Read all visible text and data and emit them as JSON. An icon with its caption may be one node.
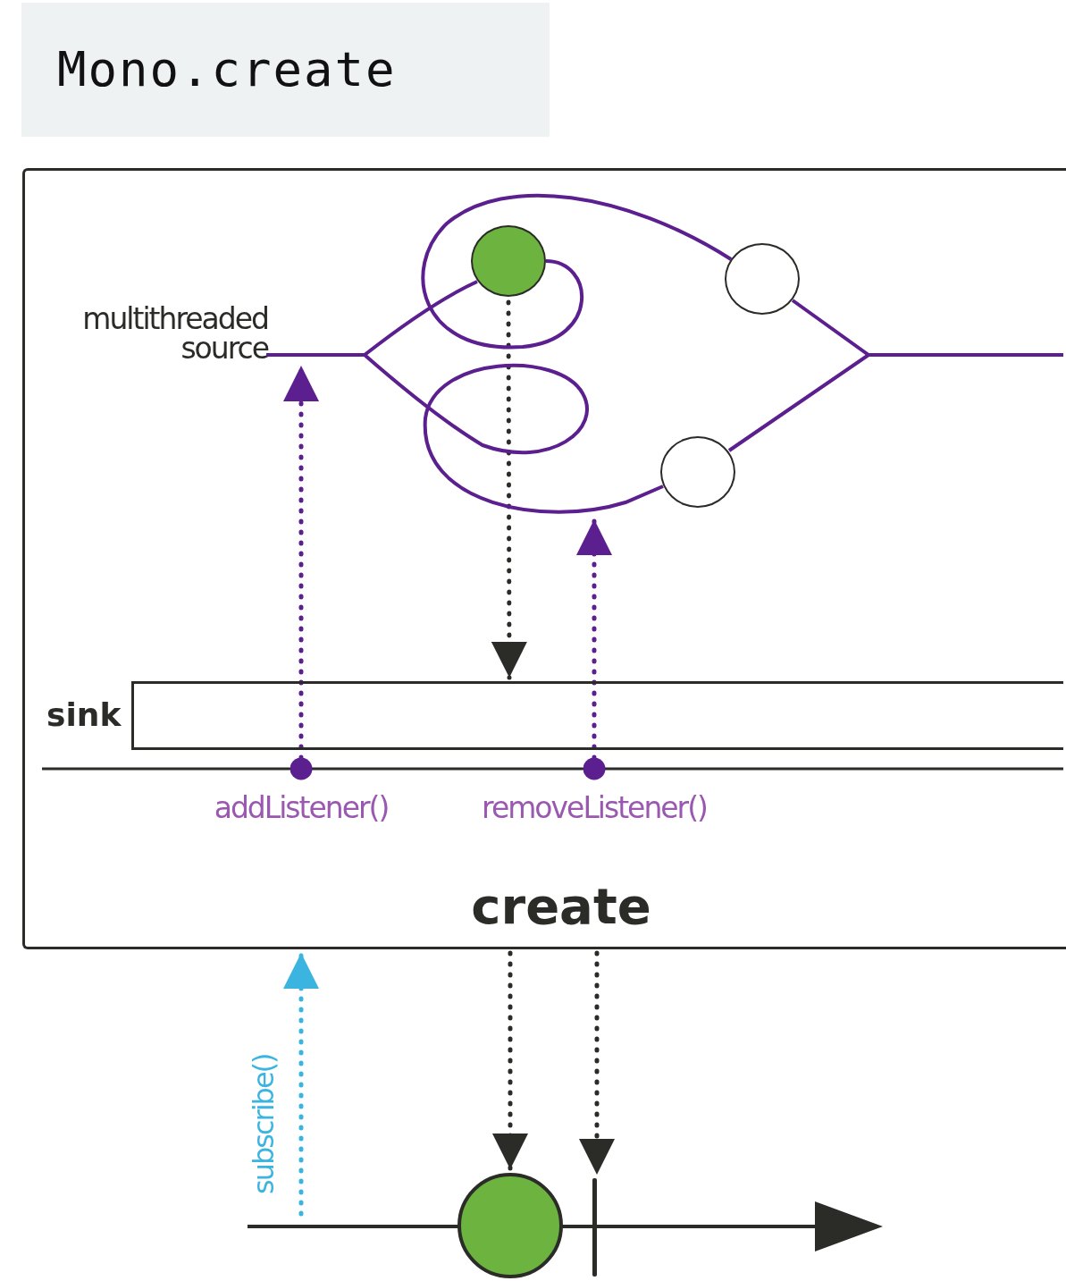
{
  "diagram": {
    "title": "Mono.create",
    "nodes": [
      {
        "text": [
          "create"
        ]
      },
      {
        "text": [
          "multithreaded source"
        ],
        "in": 0
      },
      {
        "text": [],
        "shape": "circle",
        "in": 0
      },
      {
        "text": [],
        "shape": "circle",
        "in": 0
      },
      {
        "text": [],
        "shape": "circle",
        "in": 0
      },
      {
        "text": [
          "sink"
        ],
        "in": 0
      },
      {
        "text": [
          "addListener()"
        ],
        "in": 0
      },
      {
        "text": [
          "removeListener()"
        ],
        "in": 0
      },
      {
        "text": [],
        "shape": "circle"
      },
      {
        "text": [],
        "shape": "bar"
      }
    ],
    "edges": [
      {
        "from": 6,
        "to": 1,
        "arrow": "to",
        "style": "dashed",
        "color": "#5b1f8f"
      },
      {
        "from": 2,
        "to": 5,
        "arrow": "to",
        "style": "dashed",
        "color": "#2b2b28"
      },
      {
        "from": 7,
        "to": null,
        "arrow": "to",
        "style": "dashed",
        "color": "#5b1f8f"
      },
      {
        "from": null,
        "to": 0,
        "arrow": "to",
        "style": "dashed",
        "color": "#3cb4e0",
        "label": "subscribe()"
      },
      {
        "from": 0,
        "to": 8,
        "arrow": "to",
        "style": "dashed",
        "color": "#2b2b28"
      },
      {
        "from": 0,
        "to": 9,
        "arrow": "to",
        "style": "dashed",
        "color": "#2b2b28"
      },
      {
        "from": 1,
        "to": 2,
        "arrow": "none",
        "color": "#5b1f8f"
      },
      {
        "from": 2,
        "to": 3,
        "arrow": "none",
        "color": "#5b1f8f"
      },
      {
        "from": 1,
        "to": 4,
        "arrow": "none",
        "color": "#5b1f8f"
      },
      {
        "from": 3,
        "to": null,
        "arrow": "none",
        "color": "#5b1f8f"
      },
      {
        "from": 4,
        "to": null,
        "arrow": "none",
        "color": "#5b1f8f"
      }
    ]
  }
}
